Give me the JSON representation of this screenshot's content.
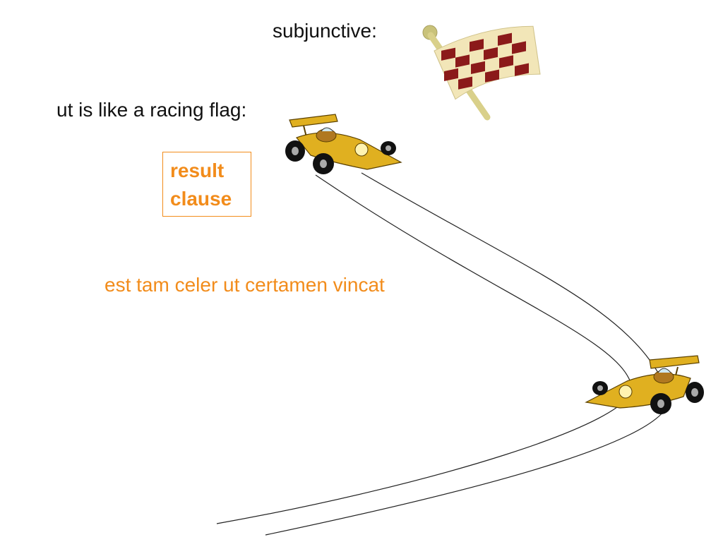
{
  "slide": {
    "subjunctive_label": "subjunctive:",
    "ut_text": "ut is like a racing flag:",
    "result_box": {
      "line1": "result",
      "line2": "clause"
    },
    "latin_sentence": "est tam celer ut certamen vincat"
  },
  "colors": {
    "accent": "#f28c1b",
    "text": "#111111",
    "flag_dark": "#8b1a1a",
    "flag_light": "#f2e6b8",
    "car_body": "#e0b020"
  },
  "icons": [
    "checkered-flag-icon",
    "race-car-icon",
    "race-car-icon"
  ]
}
